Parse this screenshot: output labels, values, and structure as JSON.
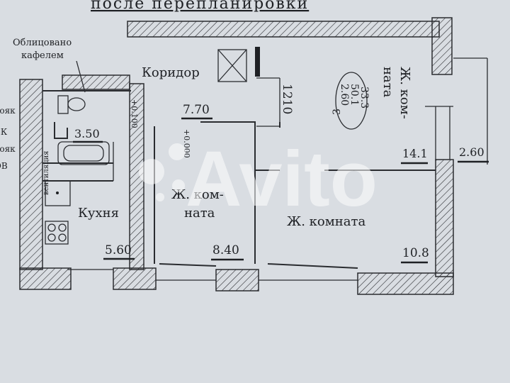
{
  "title": "после перепланировки",
  "notes": {
    "tile": [
      "Облицовано",
      "кафелем"
    ],
    "riser_vk": [
      "стояк",
      "ВК"
    ],
    "riser_ov": [
      "стояк",
      "ОВ"
    ],
    "ventilation": "вентиляция"
  },
  "rooms": {
    "corridor": {
      "name": "Коридор",
      "area": "7.70"
    },
    "bathroom": {
      "area": "3.50"
    },
    "kitchen": {
      "name": "Кухня",
      "area": "5.60"
    },
    "room_middle": {
      "name": [
        "Ж. ком-",
        "ната"
      ],
      "area": "8.40"
    },
    "room_large": {
      "name": "Ж. комната",
      "area": "10.8"
    },
    "room_right": {
      "name": [
        "Ж. ком-",
        "ната"
      ],
      "area": "14.1"
    },
    "balcony": {
      "area": "2.60"
    }
  },
  "levels": {
    "bath": "+0.100",
    "floor": "+0.000"
  },
  "dimension": "1210",
  "totals": [
    "33.3",
    "50.1",
    "2.60"
  ],
  "totals_prefix": "3",
  "watermark": "Avito",
  "colors": {
    "paper": "#d9dde2",
    "ink": "#1e2024",
    "watermark": "#ffffff"
  }
}
